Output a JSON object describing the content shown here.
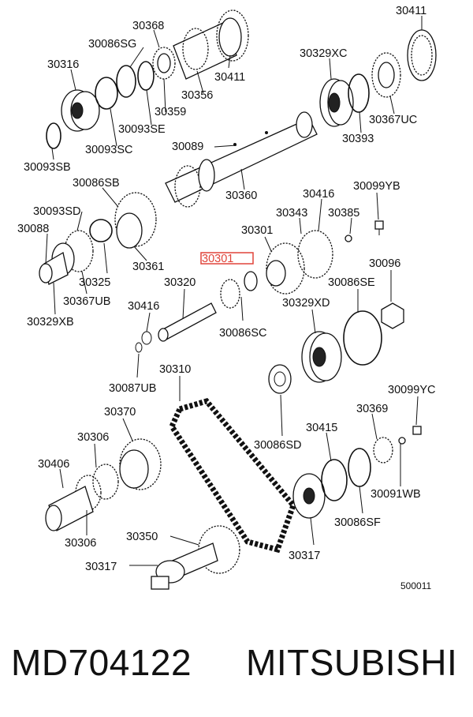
{
  "footer": {
    "part_number": "MD704122",
    "brand": "MITSUBISHI"
  },
  "diagram_code": "500011",
  "highlighted_label": "30301",
  "highlight_color": "#e0443a",
  "labels": {
    "l30411": "30411",
    "l30368": "30368",
    "l30086SG": "30086SG",
    "l30316": "30316",
    "l30329XC": "30329XC",
    "l30411b": "30411",
    "l30356": "30356",
    "l30359": "30359",
    "l30093SE": "30093SE",
    "l30093SC": "30093SC",
    "l30093SB": "30093SB",
    "l30367UC": "30367UC",
    "l30393": "30393",
    "l30089": "30089",
    "l30086SB": "30086SB",
    "l30360": "30360",
    "l30416": "30416",
    "l30099YB": "30099YB",
    "l30093SD": "30093SD",
    "l30343": "30343",
    "l30385": "30385",
    "l30088": "30088",
    "l30301": "30301",
    "l30361": "30361",
    "l30096": "30096",
    "l30320": "30320",
    "l30086SE": "30086SE",
    "l30325": "30325",
    "l30367UB": "30367UB",
    "l30329XD": "30329XD",
    "l30416b": "30416",
    "l30329XB": "30329XB",
    "l30086SC": "30086SC",
    "l30087UB": "30087UB",
    "l30310": "30310",
    "l30099YC": "30099YC",
    "l30370": "30370",
    "l30369": "30369",
    "l30306": "30306",
    "l30415": "30415",
    "l30086SD": "30086SD",
    "l30406": "30406",
    "l30091WB": "30091WB",
    "l30306b": "30306",
    "l30086SF": "30086SF",
    "l30350": "30350",
    "l30317": "30317",
    "l30317b": "30317"
  }
}
